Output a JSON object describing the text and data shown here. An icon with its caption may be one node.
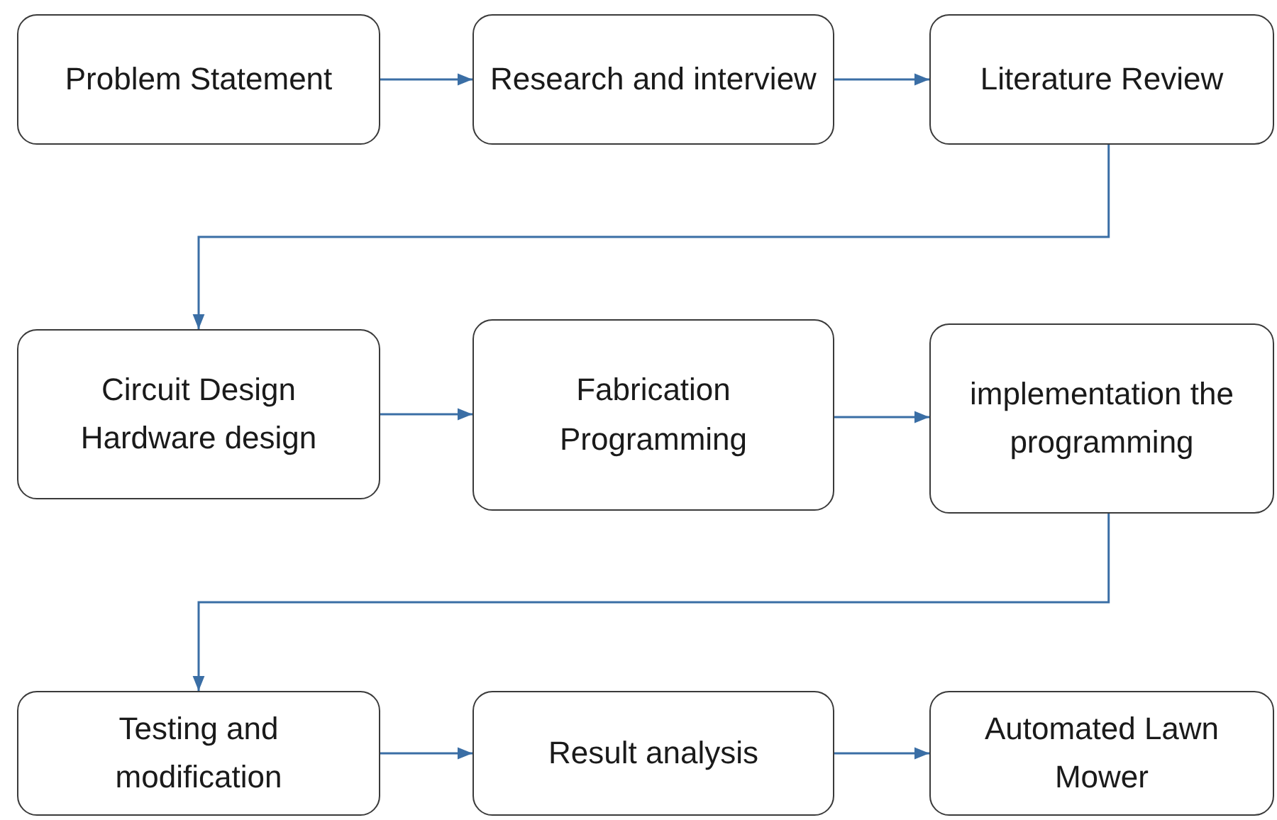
{
  "diagram": {
    "nodes": [
      {
        "text": [
          "Problem Statement"
        ]
      },
      {
        "text": [
          "Research and interview"
        ]
      },
      {
        "text": [
          "Literature Review"
        ]
      },
      {
        "text": [
          "Circuit Design Hardware design"
        ]
      },
      {
        "text": [
          "Fabrication Programming"
        ]
      },
      {
        "text": [
          "implementation the programming"
        ]
      },
      {
        "text": [
          "Testing and modification"
        ]
      },
      {
        "text": [
          "Result analysis"
        ]
      },
      {
        "text": [
          "Automated Lawn Mower"
        ]
      }
    ],
    "edges": [
      {
        "from": 0,
        "to": 1,
        "arrow": "to"
      },
      {
        "from": 1,
        "to": 2,
        "arrow": "to"
      },
      {
        "from": 2,
        "to": 3,
        "arrow": "to"
      },
      {
        "from": 3,
        "to": 4,
        "arrow": "to"
      },
      {
        "from": 4,
        "to": 5,
        "arrow": "to"
      },
      {
        "from": 5,
        "to": 6,
        "arrow": "to"
      },
      {
        "from": 6,
        "to": 7,
        "arrow": "to"
      },
      {
        "from": 7,
        "to": 8,
        "arrow": "to"
      }
    ]
  }
}
